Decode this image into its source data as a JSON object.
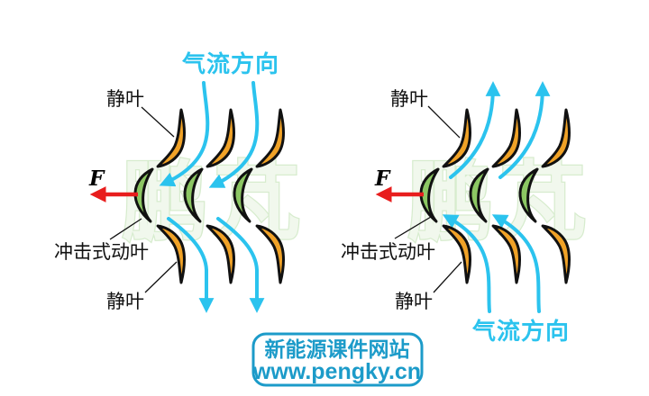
{
  "colors": {
    "flow_cyan": "#2bc3ee",
    "force_red": "#e81d1d",
    "rotor_green": "#8cc763",
    "stator_orange": "#f0a227",
    "outline_ink": "#111111",
    "site_blue": "#1c9bc9",
    "watermark_fill": "#f1f8ed",
    "watermark_stroke": "#d7ecce"
  },
  "watermark": {
    "text": "鹏芃"
  },
  "left_diagram": {
    "airflow_label": "气流方向",
    "stator_top_label": "静叶",
    "rotor_label": "冲击式动叶",
    "stator_bottom_label": "静叶",
    "force_label": "F"
  },
  "right_diagram": {
    "airflow_label": "气流方向",
    "stator_top_label": "静叶",
    "rotor_label": "冲击式动叶",
    "stator_bottom_label": "静叶",
    "force_label": "F"
  },
  "footer": {
    "site_name": "新能源课件网站",
    "site_url": "www.pengky.cn"
  }
}
